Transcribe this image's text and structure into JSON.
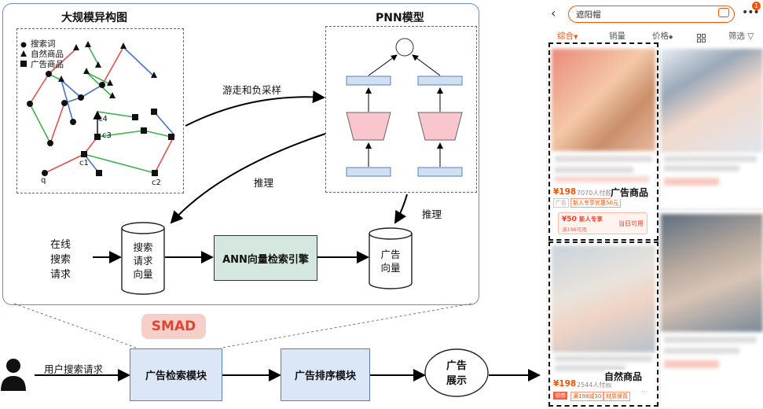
{
  "graph": {
    "title": "大规模异构图",
    "legend": [
      "搜索词",
      "自然商品",
      "广告商品"
    ],
    "node_labels": [
      "q",
      "c1",
      "c2",
      "c3",
      "c4"
    ]
  },
  "pnn": {
    "title": "PNN模型"
  },
  "edges": {
    "walk_label": "游走和负采样",
    "infer_label_1": "推理",
    "infer_label_2": "推理",
    "user_query_label": "用户搜索请求"
  },
  "cylinders": {
    "query_vec": [
      "搜索",
      "请求",
      "向量"
    ],
    "ad_vec": [
      "广告",
      "向量"
    ]
  },
  "online_query": [
    "在线",
    "搜索",
    "请求"
  ],
  "ann_label": "ANN向量检索引擎",
  "smad_label": "SMAD",
  "flow": {
    "retrieval": "广告检索模块",
    "ranking": "广告排序模块",
    "display": [
      "广告",
      "展示"
    ]
  },
  "phone": {
    "search_text": "遮阳帽",
    "badge": "1",
    "tabs": [
      "综合",
      "销量",
      "价格",
      "筛选"
    ],
    "ad_card": {
      "price": "¥198",
      "sold": "7070人付款",
      "promo": "新人专享优惠50元",
      "coupon_amount": "¥50",
      "coupon_title": "新人专享",
      "coupon_cond": "满198可用",
      "coupon_date": "当日可用",
      "tag": "广告"
    },
    "natural_card": {
      "price": "¥198",
      "sold": "2544人付款",
      "tags": [
        "领券",
        "满198减30",
        "材质保真"
      ]
    },
    "ad_label": "广告商品",
    "natural_label": "自然商品"
  },
  "colors": {
    "panel_border": "#6b8fc8",
    "red_edge": "#e0524a",
    "green_edge": "#3cb24a",
    "blue_edge": "#4a72c9",
    "orange": "#ff5000"
  }
}
